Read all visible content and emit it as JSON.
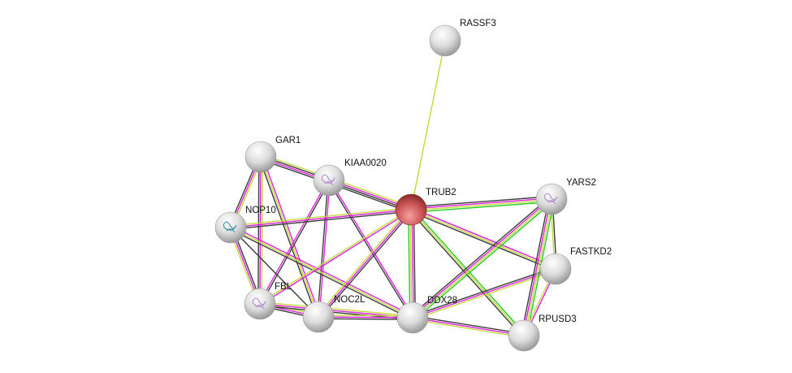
{
  "channel_colors": {
    "k": "#3a3a3a",
    "m": "#dd22dd",
    "y": "#c4d83a",
    "g": "#22cc22"
  },
  "query_color": "#d9595a",
  "node_color": "#e6e6e6",
  "nodes": [
    {
      "id": "RASSF3",
      "label": "RASSF3",
      "query": false
    },
    {
      "id": "GAR1",
      "label": "GAR1",
      "query": false
    },
    {
      "id": "KIAA0020",
      "label": "KIAA0020",
      "query": false,
      "structure": true
    },
    {
      "id": "TRUB2",
      "label": "TRUB2",
      "query": true
    },
    {
      "id": "YARS2",
      "label": "YARS2",
      "query": false,
      "structure": true
    },
    {
      "id": "NOP10",
      "label": "NOP10",
      "query": false,
      "structure": true
    },
    {
      "id": "FASTKD2",
      "label": "FASTKD2",
      "query": false
    },
    {
      "id": "FBL",
      "label": "FBL",
      "query": false,
      "structure": true
    },
    {
      "id": "NOC2L",
      "label": "NOC2L",
      "query": false
    },
    {
      "id": "DDX28",
      "label": "DDX28",
      "query": false
    },
    {
      "id": "RPUSD3",
      "label": "RPUSD3",
      "query": false
    }
  ],
  "edges": [
    {
      "a": "RASSF3",
      "b": "TRUB2",
      "c": "y"
    },
    {
      "a": "GAR1",
      "b": "KIAA0020",
      "c": "ykmk"
    },
    {
      "a": "KIAA0020",
      "b": "TRUB2",
      "c": "ymkk"
    },
    {
      "a": "GAR1",
      "b": "NOP10",
      "c": "ymk"
    },
    {
      "a": "GAR1",
      "b": "FBL",
      "c": "ymk"
    },
    {
      "a": "GAR1",
      "b": "NOC2L",
      "c": "myk"
    },
    {
      "a": "KIAA0020",
      "b": "FBL",
      "c": "km"
    },
    {
      "a": "KIAA0020",
      "b": "NOC2L",
      "c": "mk"
    },
    {
      "a": "KIAA0020",
      "b": "DDX28",
      "c": "mk"
    },
    {
      "a": "NOP10",
      "b": "TRUB2",
      "c": "ymk"
    },
    {
      "a": "NOP10",
      "b": "FBL",
      "c": "kmy"
    },
    {
      "a": "NOP10",
      "b": "NOC2L",
      "c": "k"
    },
    {
      "a": "NOP10",
      "b": "DDX28",
      "c": "myk"
    },
    {
      "a": "FBL",
      "b": "TRUB2",
      "c": "ym"
    },
    {
      "a": "FBL",
      "b": "NOC2L",
      "c": "ymk"
    },
    {
      "a": "FBL",
      "b": "DDX28",
      "c": "ymk"
    },
    {
      "a": "NOC2L",
      "b": "TRUB2",
      "c": "ymk"
    },
    {
      "a": "NOC2L",
      "b": "DDX28",
      "c": "ymk"
    },
    {
      "a": "TRUB2",
      "b": "DDX28",
      "c": "kmyg"
    },
    {
      "a": "TRUB2",
      "b": "YARS2",
      "c": "kmyg"
    },
    {
      "a": "TRUB2",
      "b": "FASTKD2",
      "c": "myk"
    },
    {
      "a": "TRUB2",
      "b": "RPUSD3",
      "c": "gyk"
    },
    {
      "a": "DDX28",
      "b": "YARS2",
      "c": "kmyg"
    },
    {
      "a": "DDX28",
      "b": "FASTKD2",
      "c": "kmy"
    },
    {
      "a": "DDX28",
      "b": "RPUSD3",
      "c": "kmy"
    },
    {
      "a": "YARS2",
      "b": "FASTKD2",
      "c": "ky"
    },
    {
      "a": "YARS2",
      "b": "RPUSD3",
      "c": "gymk"
    },
    {
      "a": "FASTKD2",
      "b": "RPUSD3",
      "c": "my"
    }
  ]
}
